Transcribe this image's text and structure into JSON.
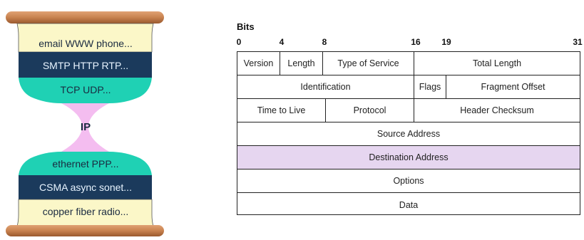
{
  "hourglass": {
    "layers": [
      {
        "label": "email  WWW  phone..."
      },
      {
        "label": "SMTP  HTTP  RTP..."
      },
      {
        "label": "TCP  UDP..."
      },
      {
        "label": "IP"
      },
      {
        "label": "ethernet  PPP..."
      },
      {
        "label": "CSMA  async  sonet..."
      },
      {
        "label": "copper  fiber  radio..."
      }
    ],
    "colors": {
      "rod": "#c8824f",
      "rod_dark": "#9a5a2e",
      "cream": "#fbf7c8",
      "navy": "#1b3a5c",
      "teal": "#1fd1b4",
      "pink": "#f4bdf0"
    }
  },
  "header": {
    "bits_label": "Bits",
    "bit_numbers": [
      "0",
      "4",
      "8",
      "16",
      "19",
      "31"
    ],
    "rows": [
      [
        {
          "label": "Version"
        },
        {
          "label": "Length"
        },
        {
          "label": "Type of Service"
        },
        {
          "label": "Total Length"
        }
      ],
      [
        {
          "label": "Identification"
        },
        {
          "label": "Flags"
        },
        {
          "label": "Fragment Offset"
        }
      ],
      [
        {
          "label": "Time to Live"
        },
        {
          "label": "Protocol"
        },
        {
          "label": "Header Checksum"
        }
      ],
      [
        {
          "label": "Source Address"
        }
      ],
      [
        {
          "label": "Destination Address"
        }
      ],
      [
        {
          "label": "Options"
        }
      ],
      [
        {
          "label": "Data"
        }
      ]
    ],
    "highlight_color": "#e6d6f0"
  }
}
